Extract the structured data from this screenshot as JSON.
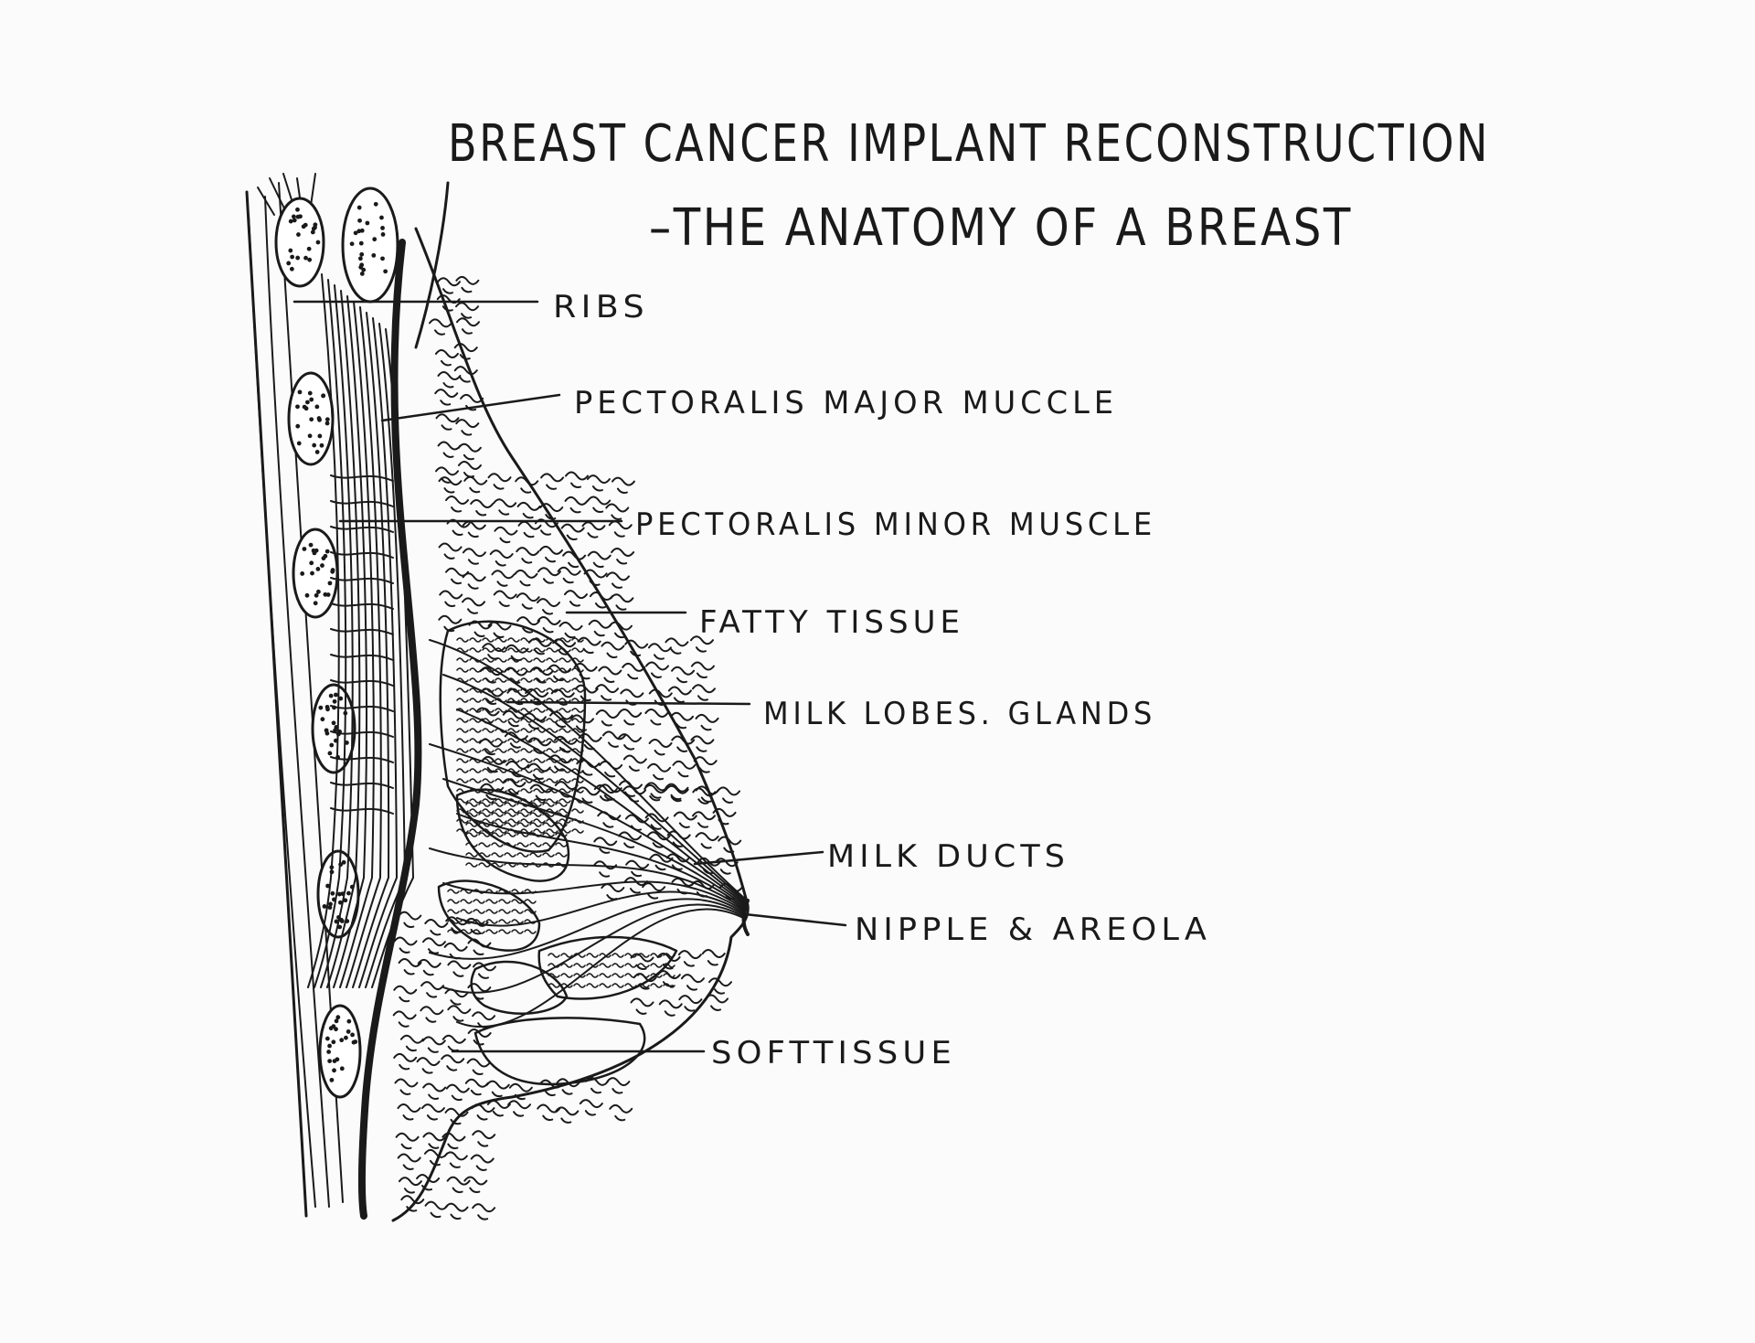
{
  "title": {
    "line1": "Breast Cancer Implant Reconstruction",
    "line2": "–The Anatomy of A Breast"
  },
  "labels": [
    {
      "id": "ribs",
      "text": "Ribs"
    },
    {
      "id": "pectoralis-major",
      "text": "Pectoralis Major Muccle"
    },
    {
      "id": "pectoralis-minor",
      "text": "Pectoralis Minor Muscle"
    },
    {
      "id": "fatty-tissue",
      "text": "Fatty Tissue"
    },
    {
      "id": "milk-lobes",
      "text": "Milk Lobes. Glands"
    },
    {
      "id": "milk-ducts",
      "text": "Milk Ducts"
    },
    {
      "id": "nipple-areola",
      "text": "Nipple & Areola"
    },
    {
      "id": "soft-tissue",
      "text": "SoftTissue"
    }
  ],
  "colors": {
    "ink": "#1a1a1a",
    "paper": "#fbfbfb"
  }
}
